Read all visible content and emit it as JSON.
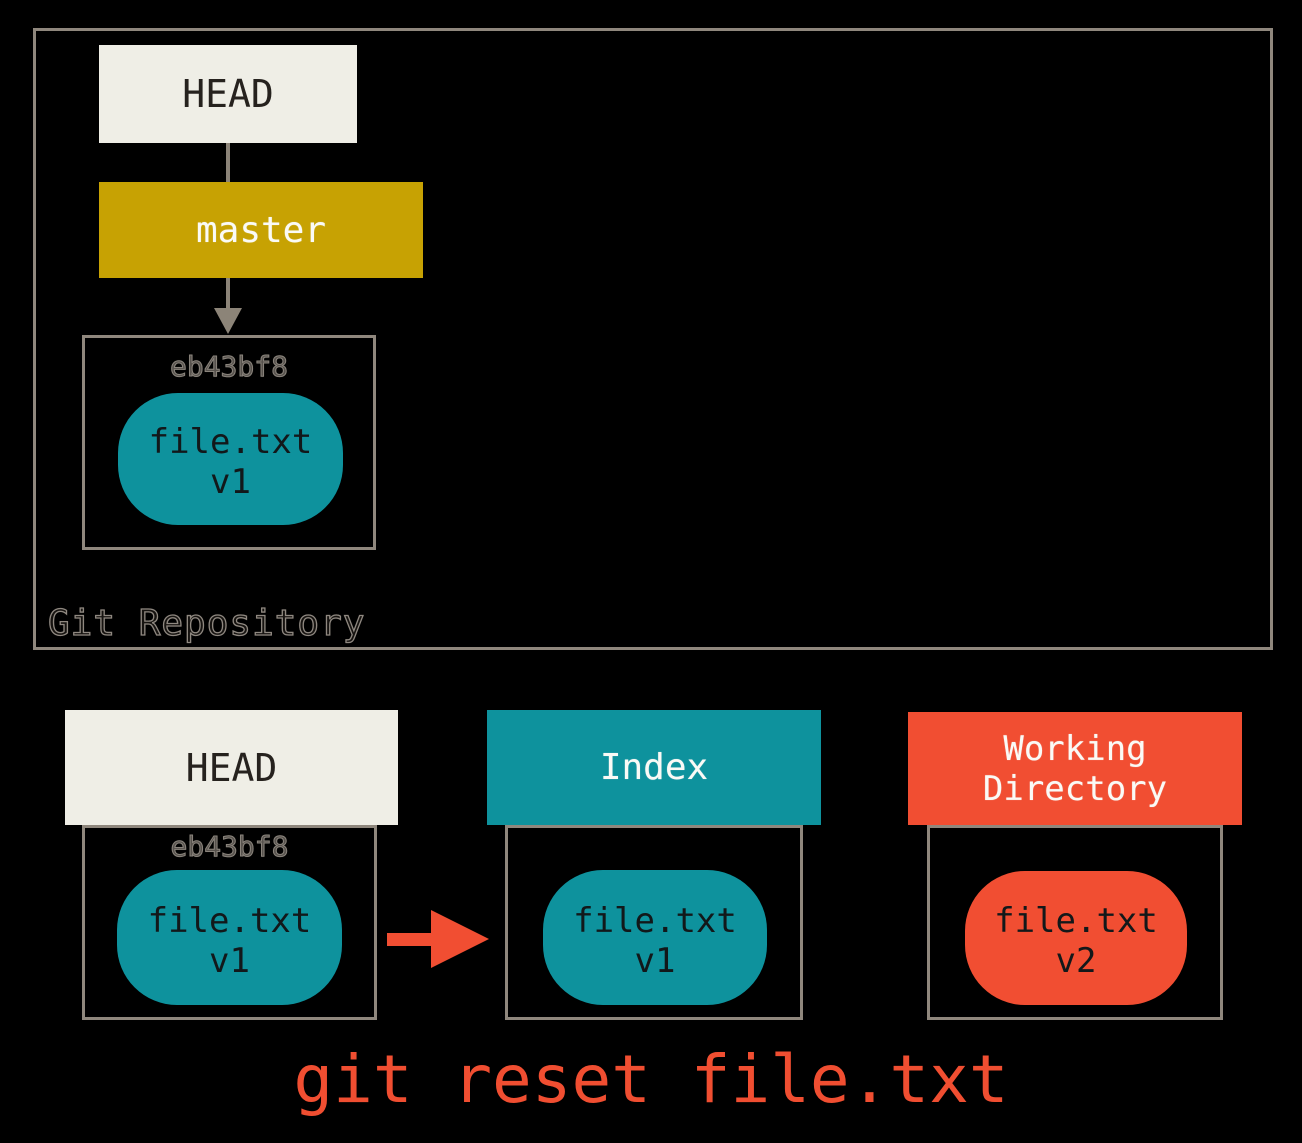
{
  "colors": {
    "background": "#000000",
    "cream": "#EFEEE6",
    "gold": "#C7A203",
    "teal": "#0E929D",
    "orange_red": "#F14E32",
    "box_border": "#8F877D",
    "gray_arrow": "#8C8478",
    "dark_text": "#26221E",
    "hash_text": "#57524D",
    "command_text": "#F04E31"
  },
  "repository": {
    "label": "Git Repository",
    "head_label": "HEAD",
    "branch_label": "master",
    "commit": {
      "hash": "eb43bf8",
      "file": "file.txt",
      "version": "v1"
    }
  },
  "columns": {
    "head": {
      "label": "HEAD",
      "hash": "eb43bf8",
      "file": "file.txt",
      "version": "v1"
    },
    "index": {
      "label": "Index",
      "file": "file.txt",
      "version": "v1"
    },
    "working_directory": {
      "label_line1": "Working",
      "label_line2": "Directory",
      "file": "file.txt",
      "version": "v2"
    }
  },
  "command": "git reset file.txt"
}
